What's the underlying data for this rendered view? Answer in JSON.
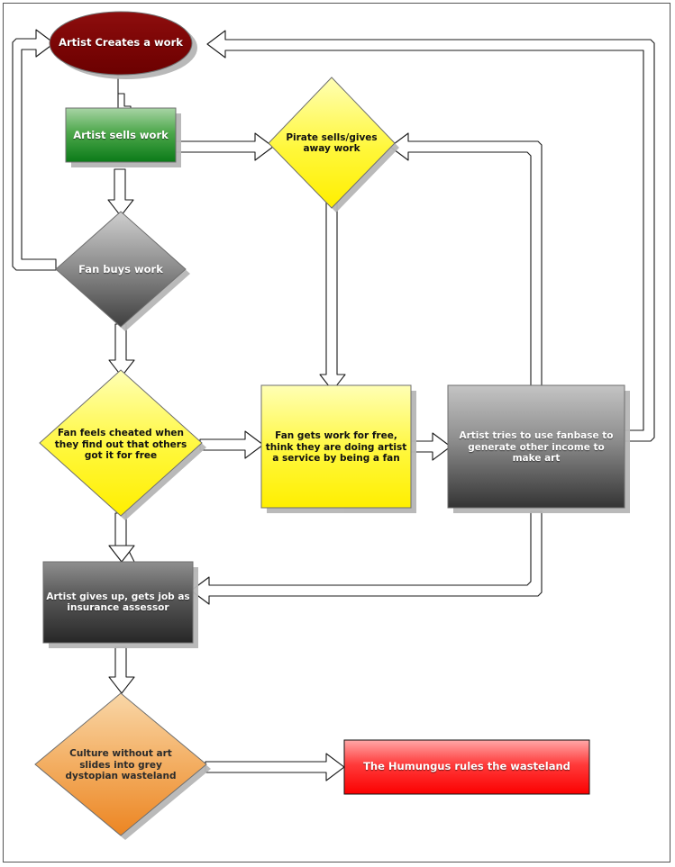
{
  "diagram": {
    "title": "Artist and piracy feedback flowchart",
    "type": "flowchart",
    "background": "#ffffff",
    "frame_color": "#555555",
    "connector_style": "hollow-outlined-block-arrow",
    "nodes": [
      {
        "id": "artist-creates",
        "shape": "ellipse",
        "label": "Artist Creates a work",
        "fill_top": "#8e0e0e",
        "fill_bottom": "#6b0000",
        "text_color": "#ffffff",
        "font_size": 11
      },
      {
        "id": "artist-sells",
        "shape": "rectangle",
        "label": "Artist sells work",
        "fill_top": "#9fcf9f",
        "fill_bottom": "#0b7a18",
        "text_color": "#ffffff",
        "font_size": 11
      },
      {
        "id": "pirate-sells",
        "shape": "diamond",
        "label": "Pirate sells/gives\naway work",
        "fill_top": "#fdfda0",
        "fill_bottom": "#ffef00",
        "text_color": "#111111",
        "font_size": 10.5
      },
      {
        "id": "fan-buys",
        "shape": "diamond",
        "label": "Fan buys work",
        "fill_top": "#cfcfcf",
        "fill_bottom": "#4a4a4a",
        "text_color": "#ffffff",
        "font_size": 11
      },
      {
        "id": "fan-cheated",
        "shape": "diamond",
        "label": "Fan feels cheated when\nthey find out that others\ngot it for free",
        "fill_top": "#fdfda0",
        "fill_bottom": "#ffef00",
        "text_color": "#111111",
        "font_size": 10.5
      },
      {
        "id": "fan-free",
        "shape": "rectangle",
        "label": "Fan gets work for free,\nthink they are doing artist\na service by being a fan",
        "fill_top": "#fdfda8",
        "fill_bottom": "#ffef00",
        "text_color": "#111111",
        "font_size": 10.5
      },
      {
        "id": "artist-fanbase",
        "shape": "rectangle",
        "label": "Artist tries to use fanbase to\ngenerate other income to\nmake art",
        "fill_top": "#bdbdbd",
        "fill_bottom": "#3a3a3a",
        "text_color": "#ffffff",
        "font_size": 10.5
      },
      {
        "id": "artist-gives-up",
        "shape": "rectangle",
        "label": "Artist gives up, gets job as\ninsurance assessor",
        "fill_top": "#8c8c8c",
        "fill_bottom": "#2a2a2a",
        "text_color": "#ffffff",
        "font_size": 10.5
      },
      {
        "id": "culture-wasteland",
        "shape": "diamond",
        "label": "Culture without art\nslides into grey\ndystopian wasteland",
        "fill_top": "#f8c98a",
        "fill_bottom": "#ef8b28",
        "text_color": "#2b2b2b",
        "font_size": 10.5
      },
      {
        "id": "humungus",
        "shape": "rectangle",
        "label": "The Humungus rules the wasteland",
        "fill_top": "#ff9d9d",
        "fill_bottom": "#fc0000",
        "text_color": "#ffffff",
        "font_size": 11
      }
    ],
    "edges": [
      {
        "from": "artist-creates",
        "to": "artist-sells"
      },
      {
        "from": "artist-sells",
        "to": "pirate-sells"
      },
      {
        "from": "artist-sells",
        "to": "fan-buys"
      },
      {
        "from": "fan-buys",
        "to": "artist-creates"
      },
      {
        "from": "fan-buys",
        "to": "fan-cheated"
      },
      {
        "from": "pirate-sells",
        "to": "fan-free"
      },
      {
        "from": "fan-cheated",
        "to": "fan-free"
      },
      {
        "from": "fan-cheated",
        "to": "artist-gives-up"
      },
      {
        "from": "fan-free",
        "to": "artist-fanbase"
      },
      {
        "from": "artist-fanbase",
        "to": "pirate-sells"
      },
      {
        "from": "artist-fanbase",
        "to": "artist-creates"
      },
      {
        "from": "artist-fanbase",
        "to": "artist-gives-up"
      },
      {
        "from": "artist-gives-up",
        "to": "culture-wasteland"
      },
      {
        "from": "culture-wasteland",
        "to": "humungus"
      }
    ]
  }
}
